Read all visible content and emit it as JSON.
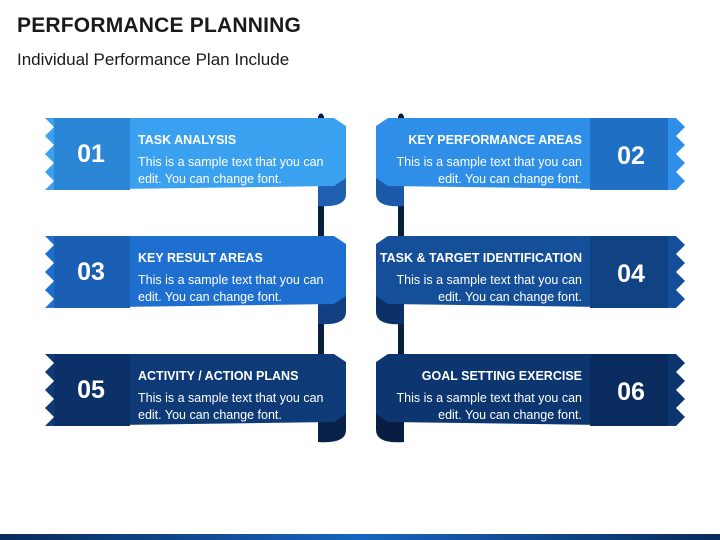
{
  "header": {
    "title": "PERFORMANCE PLANNING",
    "subtitle": "Individual Performance Plan Include"
  },
  "items": [
    {
      "number": "01",
      "heading": "TASK ANALYSIS",
      "body": "This is a sample text that you can edit. You can change font.",
      "side": "left",
      "color": "#3aa0f0",
      "dark": "#1e5fb0",
      "numbg": "#2c86d6"
    },
    {
      "number": "02",
      "heading": "KEY PERFORMANCE AREAS",
      "body": "This is a sample text that you can edit. You can change font.",
      "side": "right",
      "color": "#2f8fe8",
      "dark": "#1a5aa8",
      "numbg": "#1f6fc4"
    },
    {
      "number": "03",
      "heading": "KEY RESULT AREAS",
      "body": "This is a sample text that you can edit. You can change font.",
      "side": "left",
      "color": "#1f6fd0",
      "dark": "#123f80",
      "numbg": "#1a5fb4"
    },
    {
      "number": "04",
      "heading": "TASK & TARGET IDENTIFICATION",
      "body": "This is a sample text that you can edit. You can change font.",
      "side": "right",
      "color": "#154f9a",
      "dark": "#0c3068",
      "numbg": "#114383"
    },
    {
      "number": "05",
      "heading": "ACTIVITY / ACTION PLANS",
      "body": "This is a sample text that you can edit. You can change font.",
      "side": "left",
      "color": "#0f3a78",
      "dark": "#08214a",
      "numbg": "#0c3168"
    },
    {
      "number": "06",
      "heading": "GOAL SETTING EXERCISE",
      "body": "This is a sample text that you can edit. You can change font.",
      "side": "right",
      "color": "#0d3570",
      "dark": "#071d42",
      "numbg": "#0a2b5e"
    }
  ]
}
